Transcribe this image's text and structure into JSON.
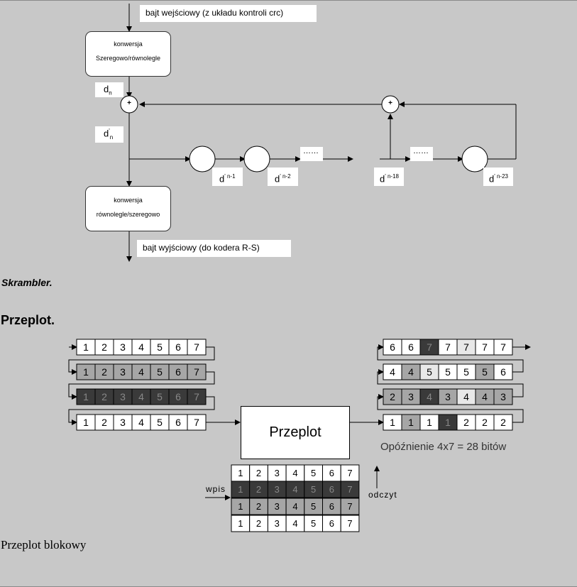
{
  "scrambler": {
    "input_label": "bajt wejściowy (z układu kontroli crc)",
    "sp_convert": [
      "konwersja",
      "Szeregowo/równolegle"
    ],
    "dn": "d",
    "dn_sub": "n",
    "dprime": "d",
    "dprime_sup": "'",
    "dprime_sub": "n",
    "plus": "+",
    "ellipsis": "……",
    "taps": [
      {
        "base": "d",
        "sup": "' n-1"
      },
      {
        "base": "d",
        "sup": "' n-2"
      },
      {
        "base": "d",
        "sup": "' n-18"
      },
      {
        "base": "d",
        "sup": "' n-23"
      }
    ],
    "ps_convert": [
      "konwersja",
      "równolegle/szeregowo"
    ],
    "output_label": "bajt wyjściowy (do kodera R-S)",
    "caption": "Skrambler."
  },
  "interleave": {
    "heading": "Przeplot.",
    "block_label": "Przeplot",
    "delay_note": "Opóźnienie 4x7 = 28 bitów",
    "write_label": "wpis",
    "read_label": "odczyt",
    "caption": "Przeplot blokowy",
    "input_rows": [
      [
        "1",
        "2",
        "3",
        "4",
        "5",
        "6",
        "7"
      ],
      [
        "1",
        "2",
        "3",
        "4",
        "5",
        "6",
        "7"
      ],
      [
        "1",
        "2",
        "3",
        "4",
        "5",
        "6",
        "7"
      ],
      [
        "1",
        "2",
        "3",
        "4",
        "5",
        "6",
        "7"
      ]
    ],
    "input_row_shades": [
      "white",
      "light",
      "dark",
      "white"
    ],
    "output_rows": [
      [
        "6",
        "6",
        "7",
        "7",
        "7",
        "7",
        "7"
      ],
      [
        "4",
        "4",
        "5",
        "5",
        "5",
        "5",
        "6"
      ],
      [
        "2",
        "3",
        "4",
        "3",
        "4",
        "4",
        "3"
      ],
      [
        "1",
        "1",
        "1",
        "1",
        "2",
        "2",
        "2"
      ]
    ],
    "output_row_shades": [
      [
        "white",
        "white",
        "dark",
        "white",
        "lighter",
        "white",
        "white"
      ],
      [
        "white",
        "light",
        "lighter",
        "white",
        "white",
        "light",
        "white"
      ],
      [
        "light",
        "light",
        "dark",
        "light",
        "lighter",
        "light",
        "light"
      ],
      [
        "white",
        "light",
        "white",
        "dark",
        "white",
        "white",
        "white"
      ]
    ],
    "matrix_rows": [
      [
        "1",
        "2",
        "3",
        "4",
        "5",
        "6",
        "7"
      ],
      [
        "1",
        "2",
        "3",
        "4",
        "5",
        "6",
        "7"
      ],
      [
        "1",
        "2",
        "3",
        "4",
        "5",
        "6",
        "7"
      ],
      [
        "1",
        "2",
        "3",
        "4",
        "5",
        "6",
        "7"
      ]
    ],
    "matrix_row_shades": [
      "white",
      "dark",
      "light",
      "white"
    ]
  },
  "colors": {
    "background": "#c8c8c8",
    "white": "#ffffff",
    "lighter": "#e8e8e8",
    "light": "#a6a6a6",
    "dark": "#3a3a3a"
  }
}
